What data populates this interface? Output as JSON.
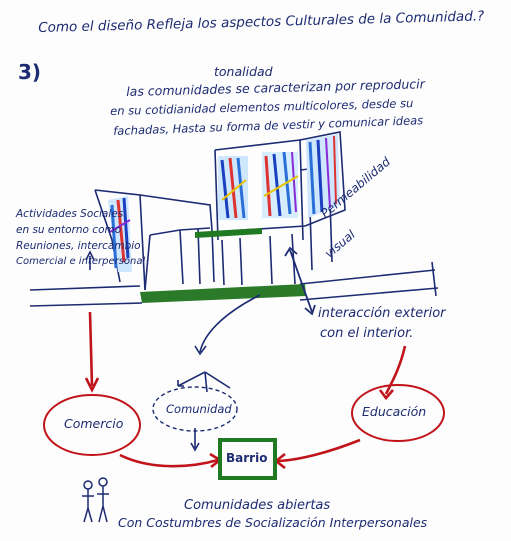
{
  "question": "Como el diseño Refleja los aspectos Culturales de la Comunidad.?",
  "number": "3)",
  "tonality_label": "tonalidad",
  "community_text": [
    "las comunidades se caracterizan por reproducir",
    "en su cotidianidad elementos multicolores, desde su",
    "fachadas, Hasta su forma de vestir y comunicar ideas"
  ],
  "activities_text": [
    "Actividades Sociales",
    "en su entorno como",
    "Reuniones, intercambio",
    "Comercial e interpersonal"
  ],
  "permeability_label": [
    "Permeabilidad",
    "visual"
  ],
  "interaction_label": [
    "interacción exterior",
    "con el interior."
  ],
  "nodes": {
    "comercio": "Comercio",
    "comunidad": "Comunidad",
    "educacion": "Educación",
    "barrio": "Barrio"
  },
  "footer": [
    "Comunidades abiertas",
    "Con Costumbres de Socialización Interpersonales"
  ],
  "colors": {
    "ink": "#1d2b72",
    "red": "#c0141a",
    "green": "#1f7a22",
    "ground": "#2a7a2a",
    "stripe_blue": "#2a6fd6"
  }
}
